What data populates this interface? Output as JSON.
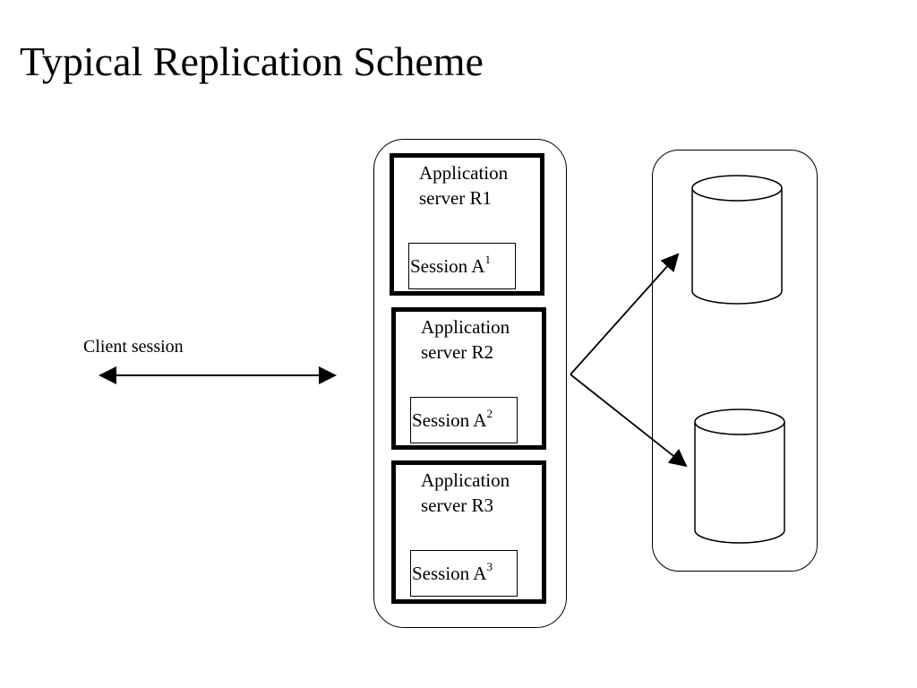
{
  "title": "Typical Replication Scheme",
  "client": {
    "label": "Client session"
  },
  "servers": [
    {
      "label_line1": "Application",
      "label_line2": "server R1",
      "session_label": "Session A",
      "session_sup": "1"
    },
    {
      "label_line1": "Application",
      "label_line2": "server R2",
      "session_label": "Session A",
      "session_sup": "2"
    },
    {
      "label_line1": "Application",
      "label_line2": "server R3",
      "session_label": "Session A",
      "session_sup": "3"
    }
  ],
  "databases": [
    {
      "icon": "database-cylinder-icon"
    },
    {
      "icon": "database-cylinder-icon"
    }
  ]
}
